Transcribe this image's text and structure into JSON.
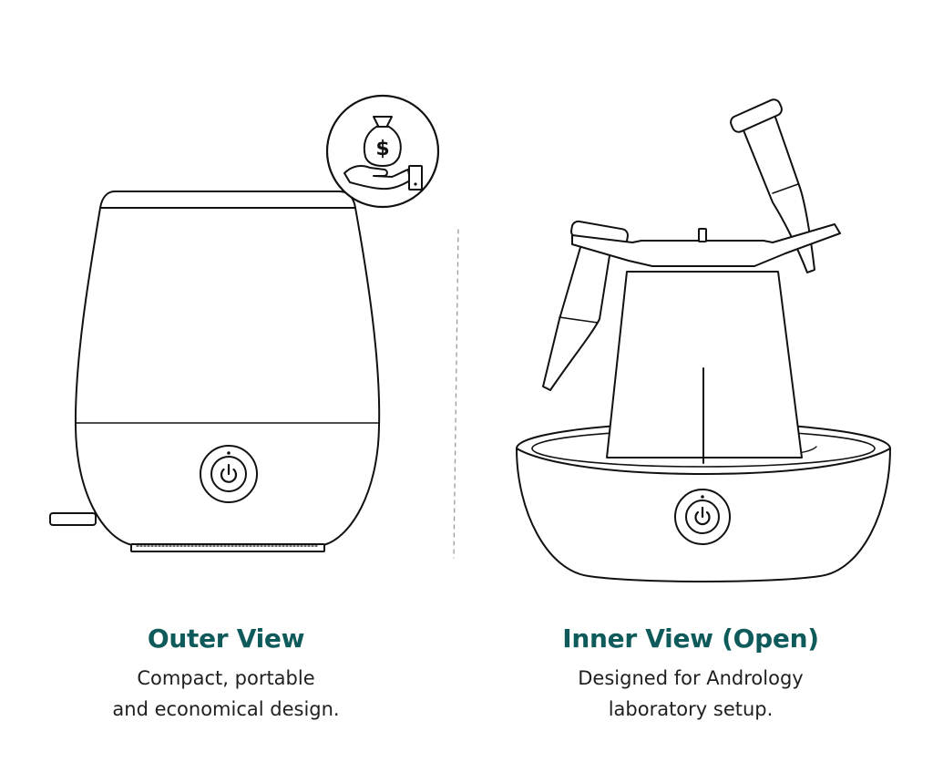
{
  "colors": {
    "accent": "#0f5a5a",
    "line": "#111111",
    "divider": "#9a9a9a",
    "text": "#1f1f1f"
  },
  "outer": {
    "title": "Outer View",
    "line1": "Compact, portable",
    "line2": "and economical design.",
    "badge_icon": "money-bag-hand-icon",
    "button_icon": "power-icon"
  },
  "inner": {
    "title": "Inner View (Open)",
    "line1": "Designed for Andrology",
    "line2": "laboratory setup.",
    "button_icon": "power-icon",
    "tube_icon": "test-tube-icon"
  }
}
